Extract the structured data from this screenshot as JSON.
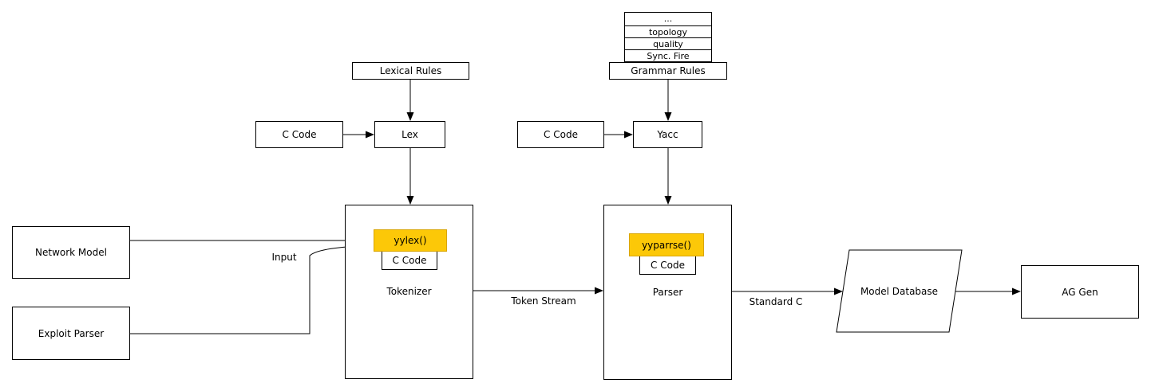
{
  "colors": {
    "gold": "#fcc808",
    "line": "#000000",
    "background": "#ffffff"
  },
  "stack": {
    "rows": [
      "...",
      "topology",
      "quality",
      "Sync. Fire"
    ]
  },
  "nodes": {
    "grammar_rules": "Grammar Rules",
    "lexical_rules": "Lexical Rules",
    "c_code_lex": "C Code",
    "lex": "Lex",
    "c_code_yacc": "C Code",
    "yacc": "Yacc",
    "tokenizer": "Tokenizer",
    "yylex": "yylex()",
    "tokenizer_c_code": "C Code",
    "parser": "Parser",
    "yyparrse": "yyparrse()",
    "parser_c_code": "C Code",
    "network_model": "Network Model",
    "exploit_parser": "Exploit Parser",
    "model_database": "Model Database",
    "ag_gen": "AG Gen"
  },
  "edge_labels": {
    "input": "Input",
    "token_stream": "Token Stream",
    "standard_c": "Standard C"
  }
}
